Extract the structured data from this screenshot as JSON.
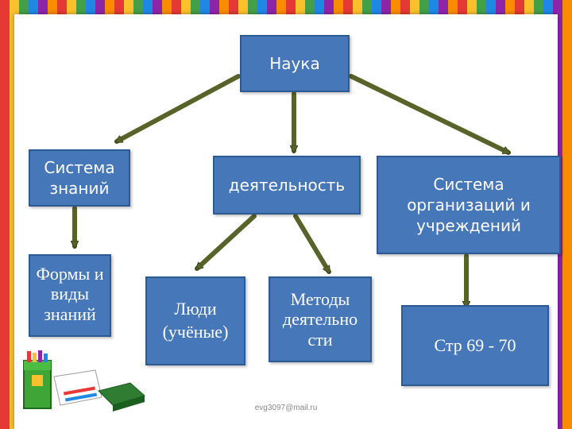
{
  "nodes": {
    "root": "Наука",
    "knowledge_system": "Система знаний",
    "activity": "деятельность",
    "organizations": "Система организаций и учреждений",
    "forms": "Формы и виды знаний",
    "people": "Люди (учёные)",
    "methods": "Методы деятельно сти",
    "pages": "Стр 69 - 70"
  },
  "footer": {
    "email": "evg3097@mail.ru"
  },
  "colors": {
    "box_fill": "#4677b8",
    "box_border": "#2e5a94",
    "arrow": "#56642a",
    "text": "#ffffff"
  },
  "icons": {
    "clipart": "school-supplies-icon"
  }
}
